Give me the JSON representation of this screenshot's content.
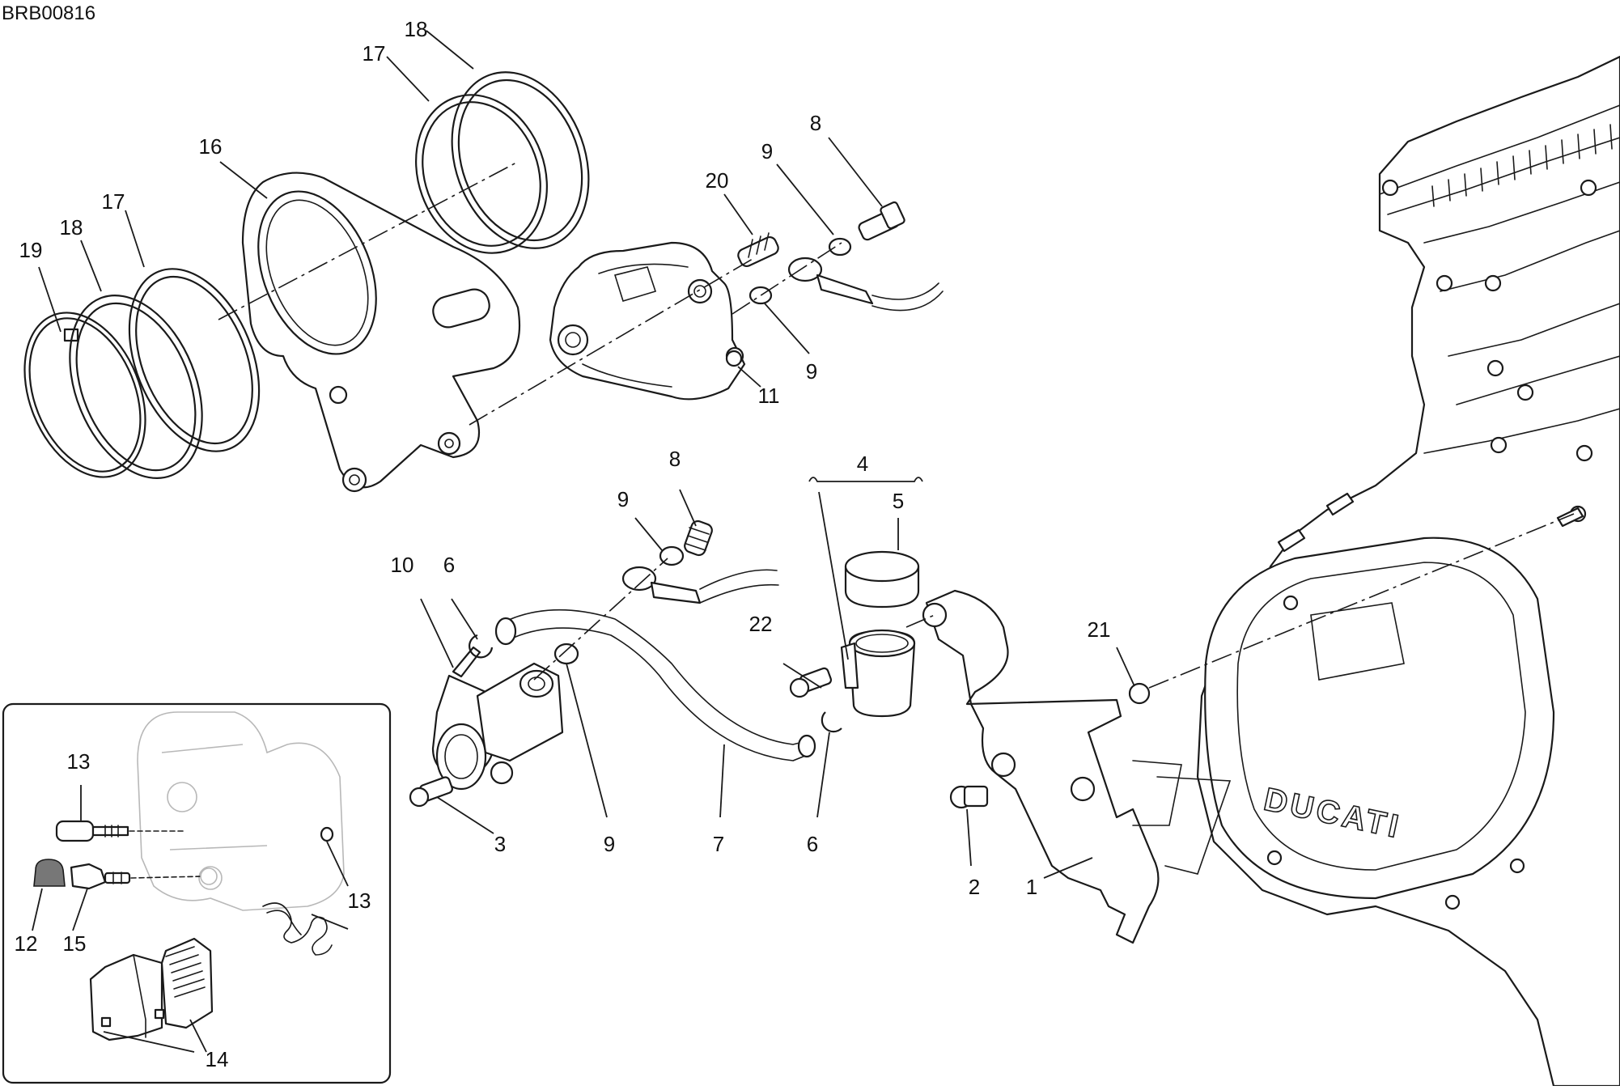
{
  "drawing_ref": "BRB00816",
  "callouts": {
    "c1": "1",
    "c2": "2",
    "c3": "3",
    "c4": "4",
    "c5": "5",
    "c6a": "6",
    "c6b": "6",
    "c7": "7",
    "c8a": "8",
    "c8b": "8",
    "c9a": "9",
    "c9b": "9",
    "c9c": "9",
    "c9d": "9",
    "c10": "10",
    "c11": "11",
    "c12": "12",
    "c13a": "13",
    "c13b": "13",
    "c14": "14",
    "c15": "15",
    "c16": "16",
    "c17a": "17",
    "c17b": "17",
    "c18a": "18",
    "c18b": "18",
    "c19": "19",
    "c20": "20",
    "c21": "21",
    "c22": "22"
  },
  "logo_text": "DUCATI"
}
